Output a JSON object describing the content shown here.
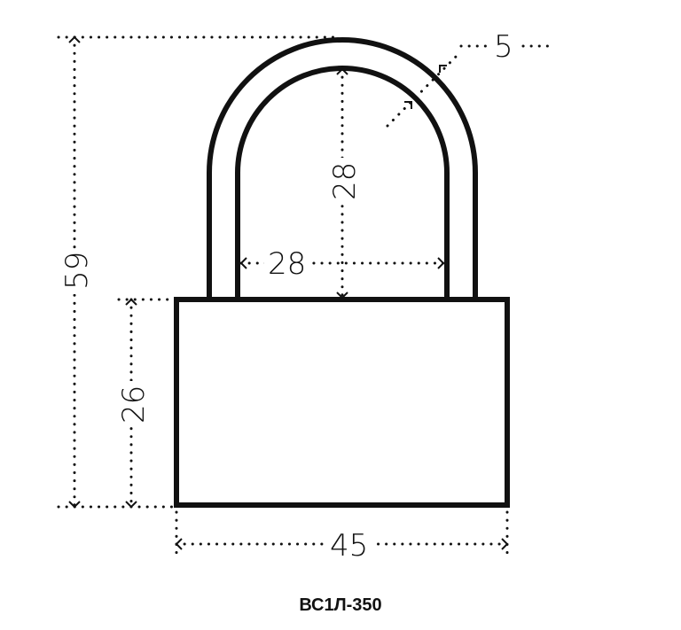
{
  "dimensions": {
    "total_height": "59",
    "body_height": "26",
    "shackle_inner_height": "28",
    "shackle_inner_width": "28",
    "body_width": "45",
    "shackle_thickness": "5"
  },
  "caption": "ВС1Л-350"
}
